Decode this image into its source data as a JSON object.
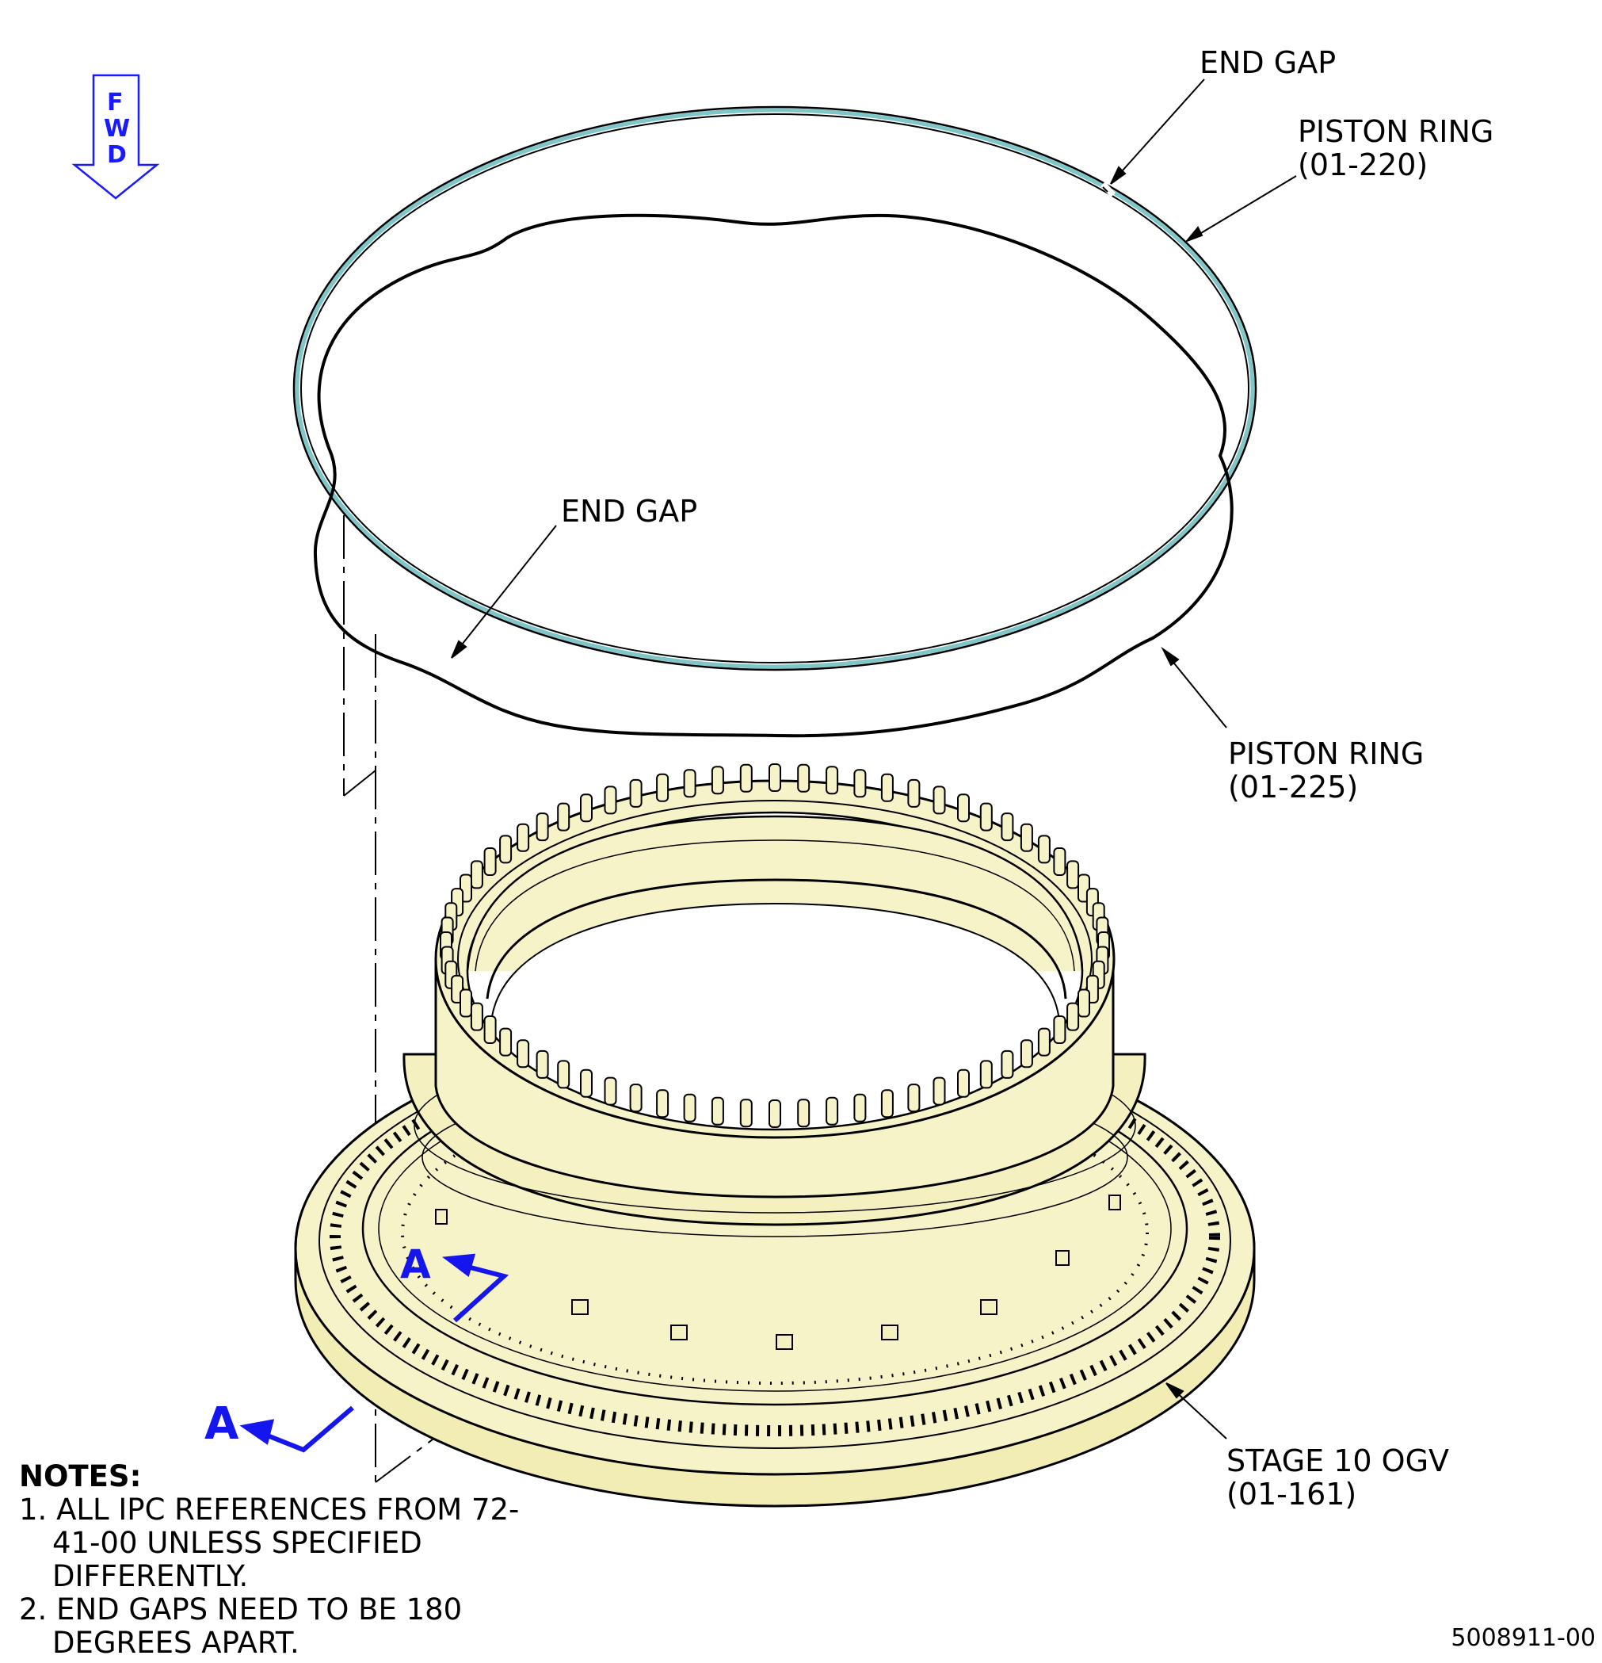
{
  "fwd_arrow": {
    "letters": [
      "F",
      "W",
      "D"
    ],
    "color": "#1a1aff"
  },
  "callouts": {
    "end_gap_top": "END GAP",
    "piston_ring_upper": {
      "name": "PISTON RING",
      "ref": "(01-220)"
    },
    "end_gap_lower": "END GAP",
    "piston_ring_lower": {
      "name": "PISTON RING",
      "ref": "(01-225)"
    },
    "stage_10_ogv": {
      "name": "STAGE 10 OGV",
      "ref": "(01-161)"
    }
  },
  "section_view": {
    "label_upper": "A",
    "label_lower": "A",
    "color": "#1515ee"
  },
  "notes": {
    "heading": "NOTES:",
    "items": [
      "1. ALL IPC REFERENCES FROM 72-41-00 UNLESS SPECIFIED DIFFERENTLY.",
      "2. END GAPS NEED TO BE 180 DEGREES APART."
    ]
  },
  "figure_number": "5008911-00",
  "colors": {
    "upper_ring": "#7fc6c8",
    "part_fill": "#f7f3c8",
    "line": "#000000"
  }
}
